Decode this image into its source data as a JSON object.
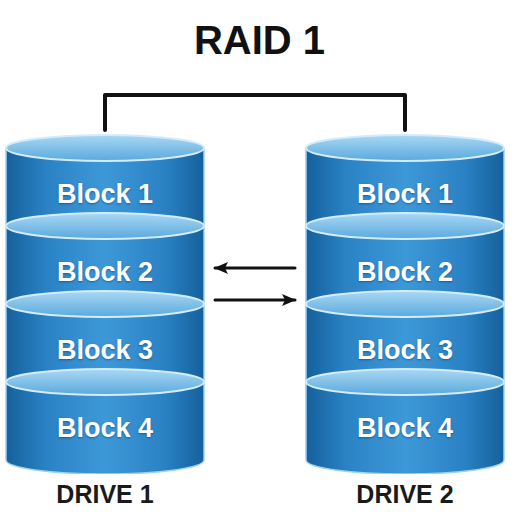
{
  "diagram": {
    "title": "RAID 1",
    "nodes": [
      {
        "text": [
          "DRIVE 1"
        ]
      },
      {
        "text": [
          "Block 1"
        ],
        "in": 0
      },
      {
        "text": [
          "Block 2"
        ],
        "in": 0
      },
      {
        "text": [
          "Block 3"
        ],
        "in": 0
      },
      {
        "text": [
          "Block 4"
        ],
        "in": 0
      },
      {
        "text": [
          "DRIVE 2"
        ]
      },
      {
        "text": [
          "Block 1"
        ],
        "in": 5
      },
      {
        "text": [
          "Block 2"
        ],
        "in": 5
      },
      {
        "text": [
          "Block 3"
        ],
        "in": 5
      },
      {
        "text": [
          "Block 4"
        ],
        "in": 5
      }
    ],
    "edges": [
      {
        "from": 0,
        "to": 5,
        "arrow": "none"
      },
      {
        "from": 5,
        "to": 0,
        "arrow": "to"
      },
      {
        "from": 0,
        "to": 5,
        "arrow": "to"
      }
    ]
  }
}
